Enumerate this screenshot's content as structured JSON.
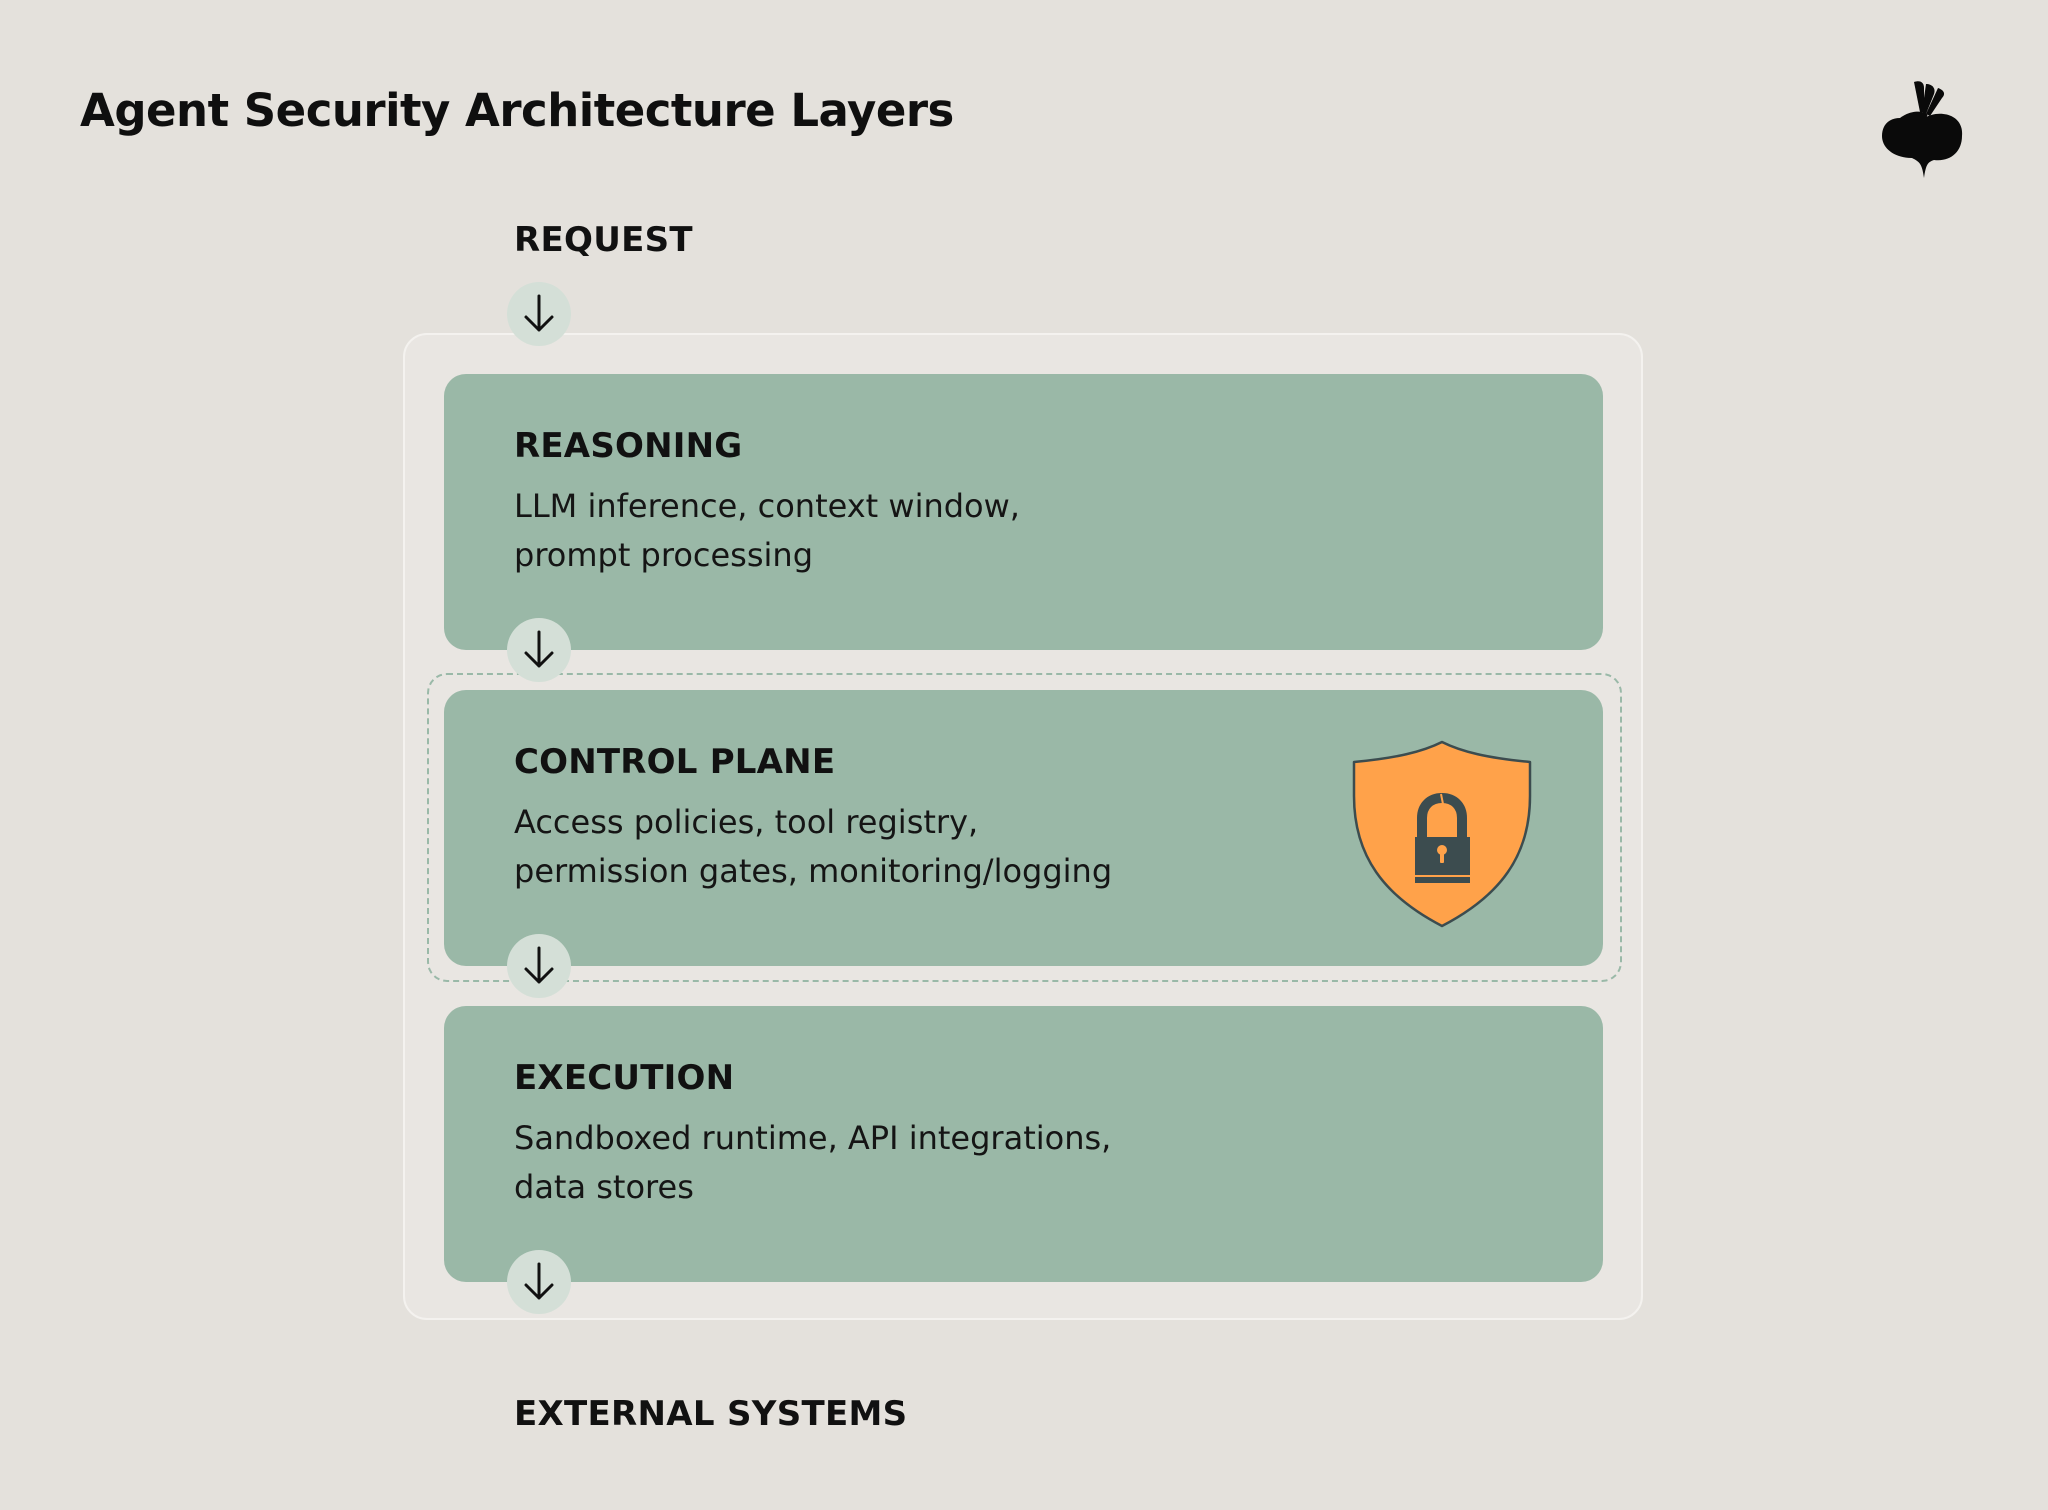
{
  "title": "Agent Security Architecture Layers",
  "logo": {
    "icon": "beet-logo-icon"
  },
  "flow": {
    "start_label": "REQUEST",
    "end_label": "EXTERNAL SYSTEMS"
  },
  "layers": [
    {
      "name": "REASONING",
      "description_lines": [
        "LLM inference, context window,",
        "prompt processing"
      ]
    },
    {
      "name": "CONTROL PLANE",
      "description_lines": [
        "Access policies, tool registry,",
        "permission gates, monitoring/logging"
      ],
      "icon": "shield-lock-icon",
      "highlighted": true
    },
    {
      "name": "EXECUTION",
      "description_lines": [
        "Sandboxed runtime, API integrations,",
        "data stores"
      ]
    }
  ],
  "colors": {
    "background": "#e4e1dc",
    "container": "#e9e6e2",
    "layer_fill": "#9ab8a7",
    "arrow_circle": "#d4dfd7",
    "dashed_border": "#9ab9a8",
    "shield_fill": "#ffa24a",
    "shield_stroke": "#3c4c4f",
    "text": "#111111"
  }
}
